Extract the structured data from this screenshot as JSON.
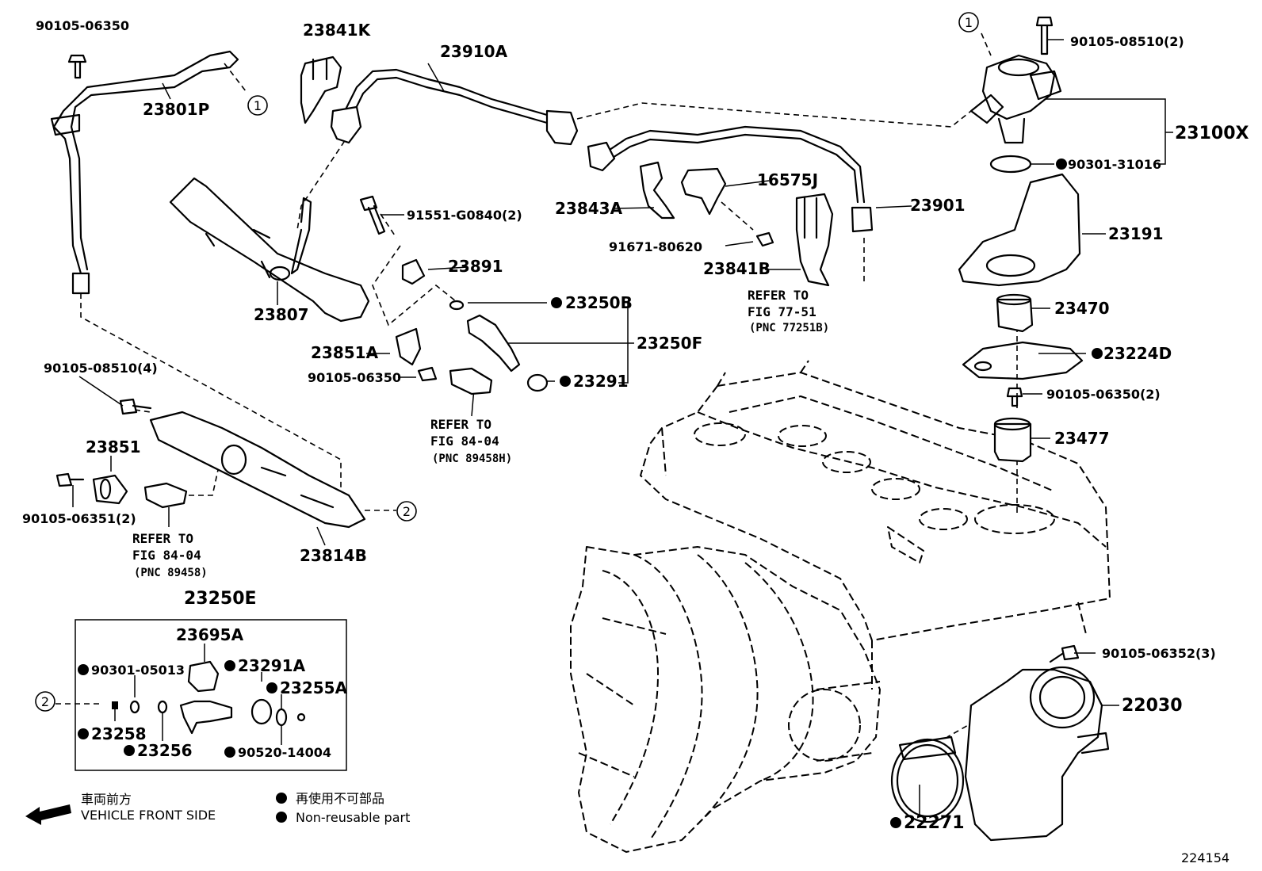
{
  "parts": {
    "p90105_06350_top": "90105-06350",
    "p23801P": "23801P",
    "p23841K": "23841K",
    "p23910A": "23910A",
    "p90105_08510_2": "90105-08510(2)",
    "p23100X": "23100X",
    "p90301_31016": "90301-31016",
    "p23901": "23901",
    "p16575J": "16575J",
    "p23843A": "23843A",
    "p91671_80620": "91671-80620",
    "p23841B": "23841B",
    "p23191": "23191",
    "p91551_G0840": "91551-G0840(2)",
    "p23891": "23891",
    "p23807": "23807",
    "p23250B": "23250B",
    "p23250F": "23250F",
    "p23291": "23291",
    "p23851A": "23851A",
    "p90105_06350_mid": "90105-06350",
    "p23470": "23470",
    "p23224D": "23224D",
    "p90105_06350_2": "90105-06350(2)",
    "p23477": "23477",
    "p90105_08510_4": "90105-08510(4)",
    "p23851": "23851",
    "p90105_06351": "90105-06351(2)",
    "p23814B": "23814B",
    "p23250E": "23250E",
    "p23695A": "23695A",
    "p90301_05013": "90301-05013",
    "p23291A": "23291A",
    "p23255A": "23255A",
    "p23258": "23258",
    "p23256": "23256",
    "p90520_14004": "90520-14004",
    "p90105_06352": "90105-06352(3)",
    "p22030": "22030",
    "p22271": "22271"
  },
  "refs": {
    "r7751_a": "REFER TO",
    "r7751_b": "FIG 77-51",
    "r7751_c": "(PNC 77251B)",
    "r8404h_a": "REFER TO",
    "r8404h_b": "FIG 84-04",
    "r8404h_c": "(PNC 89458H)",
    "r8404_a": "REFER TO",
    "r8404_b": "FIG 84-04",
    "r8404_c": "(PNC 89458)"
  },
  "callouts": {
    "c1": "1",
    "c2": "2"
  },
  "legend": {
    "front_jp": "車両前方",
    "front_en": "VEHICLE FRONT SIDE",
    "nonreuse_jp": "再使用不可部品",
    "nonreuse_en": "Non-reusable part"
  },
  "diagram_id": "224154"
}
